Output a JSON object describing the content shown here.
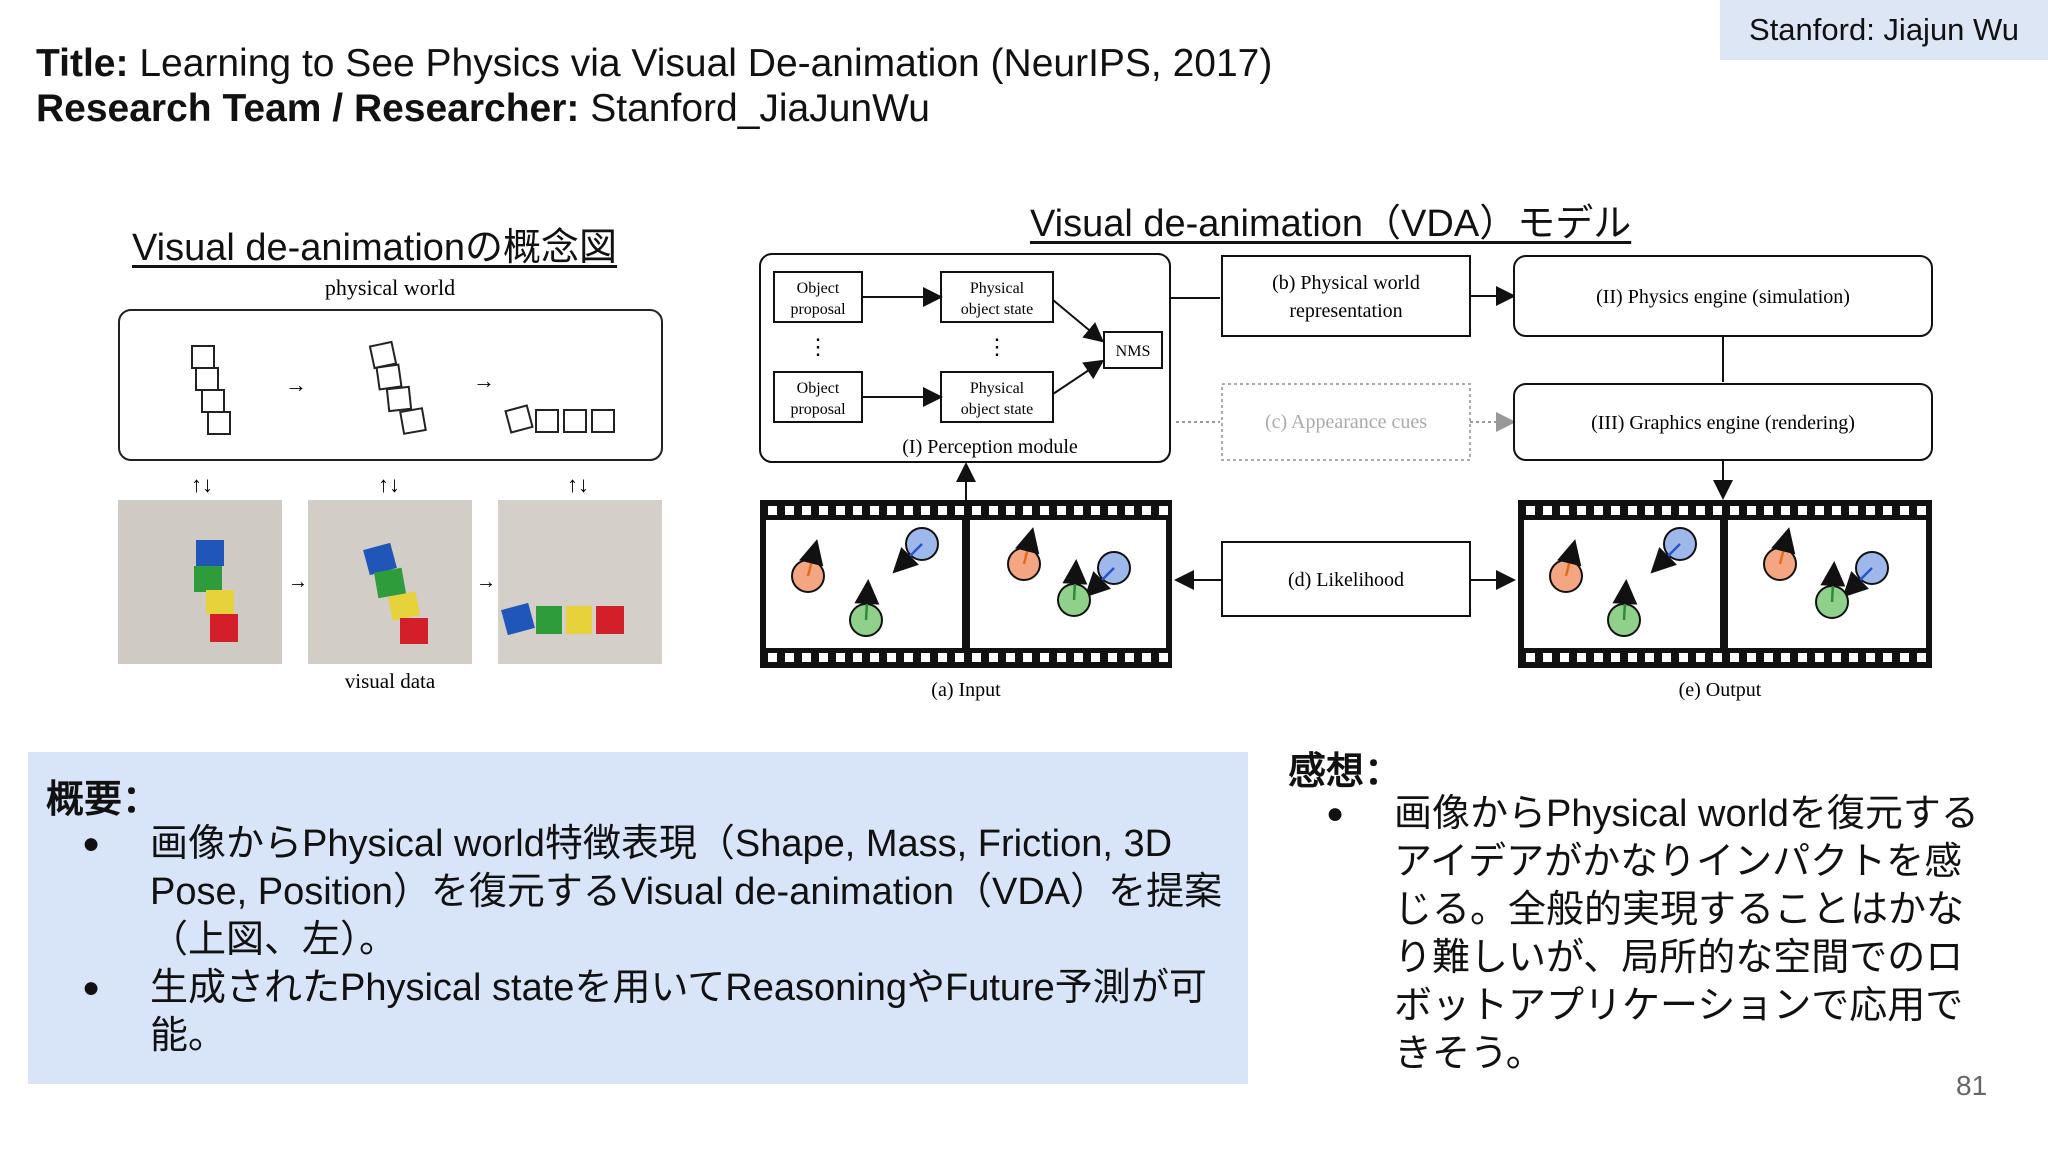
{
  "header": {
    "tag": "Stanford: Jiajun Wu",
    "title_label": "Title:",
    "title_value": "Learning to See Physics via Visual De-animation (NeurIPS, 2017)",
    "team_label": "Research Team / Researcher:",
    "team_value": "Stanford_JiaJunWu"
  },
  "left_figure": {
    "heading": "Visual de-animationの概念図",
    "top_label": "physical world",
    "bottom_label": "visual data",
    "arrow_symbol": "↑↓"
  },
  "right_figure": {
    "heading": "Visual de-animation（VDA）モデル",
    "object_proposal": "Object\nproposal",
    "physical_object_state": "Physical\nobject state",
    "nms": "NMS",
    "perception_module": "(I) Perception module",
    "physical_world_repr_1": "(b) Physical world",
    "physical_world_repr_2": "representation",
    "physics_engine": "(II) Physics engine (simulation)",
    "appearance_cues": "(c) Appearance cues",
    "graphics_engine": "(III) Graphics engine (rendering)",
    "likelihood": "(d) Likelihood",
    "input_label": "(a) Input",
    "output_label": "(e) Output"
  },
  "summary": {
    "heading": "概要：",
    "bullets": [
      "画像からPhysical world特徴表現（Shape, Mass, Friction, 3D Pose, Position）を復元するVisual de-animation（VDA）を提案（上図、左）。",
      "生成されたPhysical stateを用いてReasoningやFuture予測が可能。"
    ]
  },
  "impression": {
    "heading": "感想：",
    "bullets": [
      "画像からPhysical worldを復元するアイデアがかなりインパクトを感じる。全般的実現することはかなり難しいが、局所的な空間でのロボットアプリケーションで応用できそう。"
    ]
  },
  "page_number": "81",
  "bullet_symbol": "●",
  "colors": {
    "tag_bg": "#dce6f5",
    "summary_bg": "#d8e4f8",
    "ball_orange": "#f4a582",
    "ball_green": "#8fd18a",
    "ball_blue": "#9fb8ec",
    "arrow_orange": "#e06c1b",
    "arrow_green": "#2e8b3a",
    "arrow_blue": "#2a55c8",
    "cube_blue": "#1f56b8",
    "cube_green": "#2e9c3a",
    "cube_yellow": "#e6d23a",
    "cube_red": "#d31f2a"
  }
}
